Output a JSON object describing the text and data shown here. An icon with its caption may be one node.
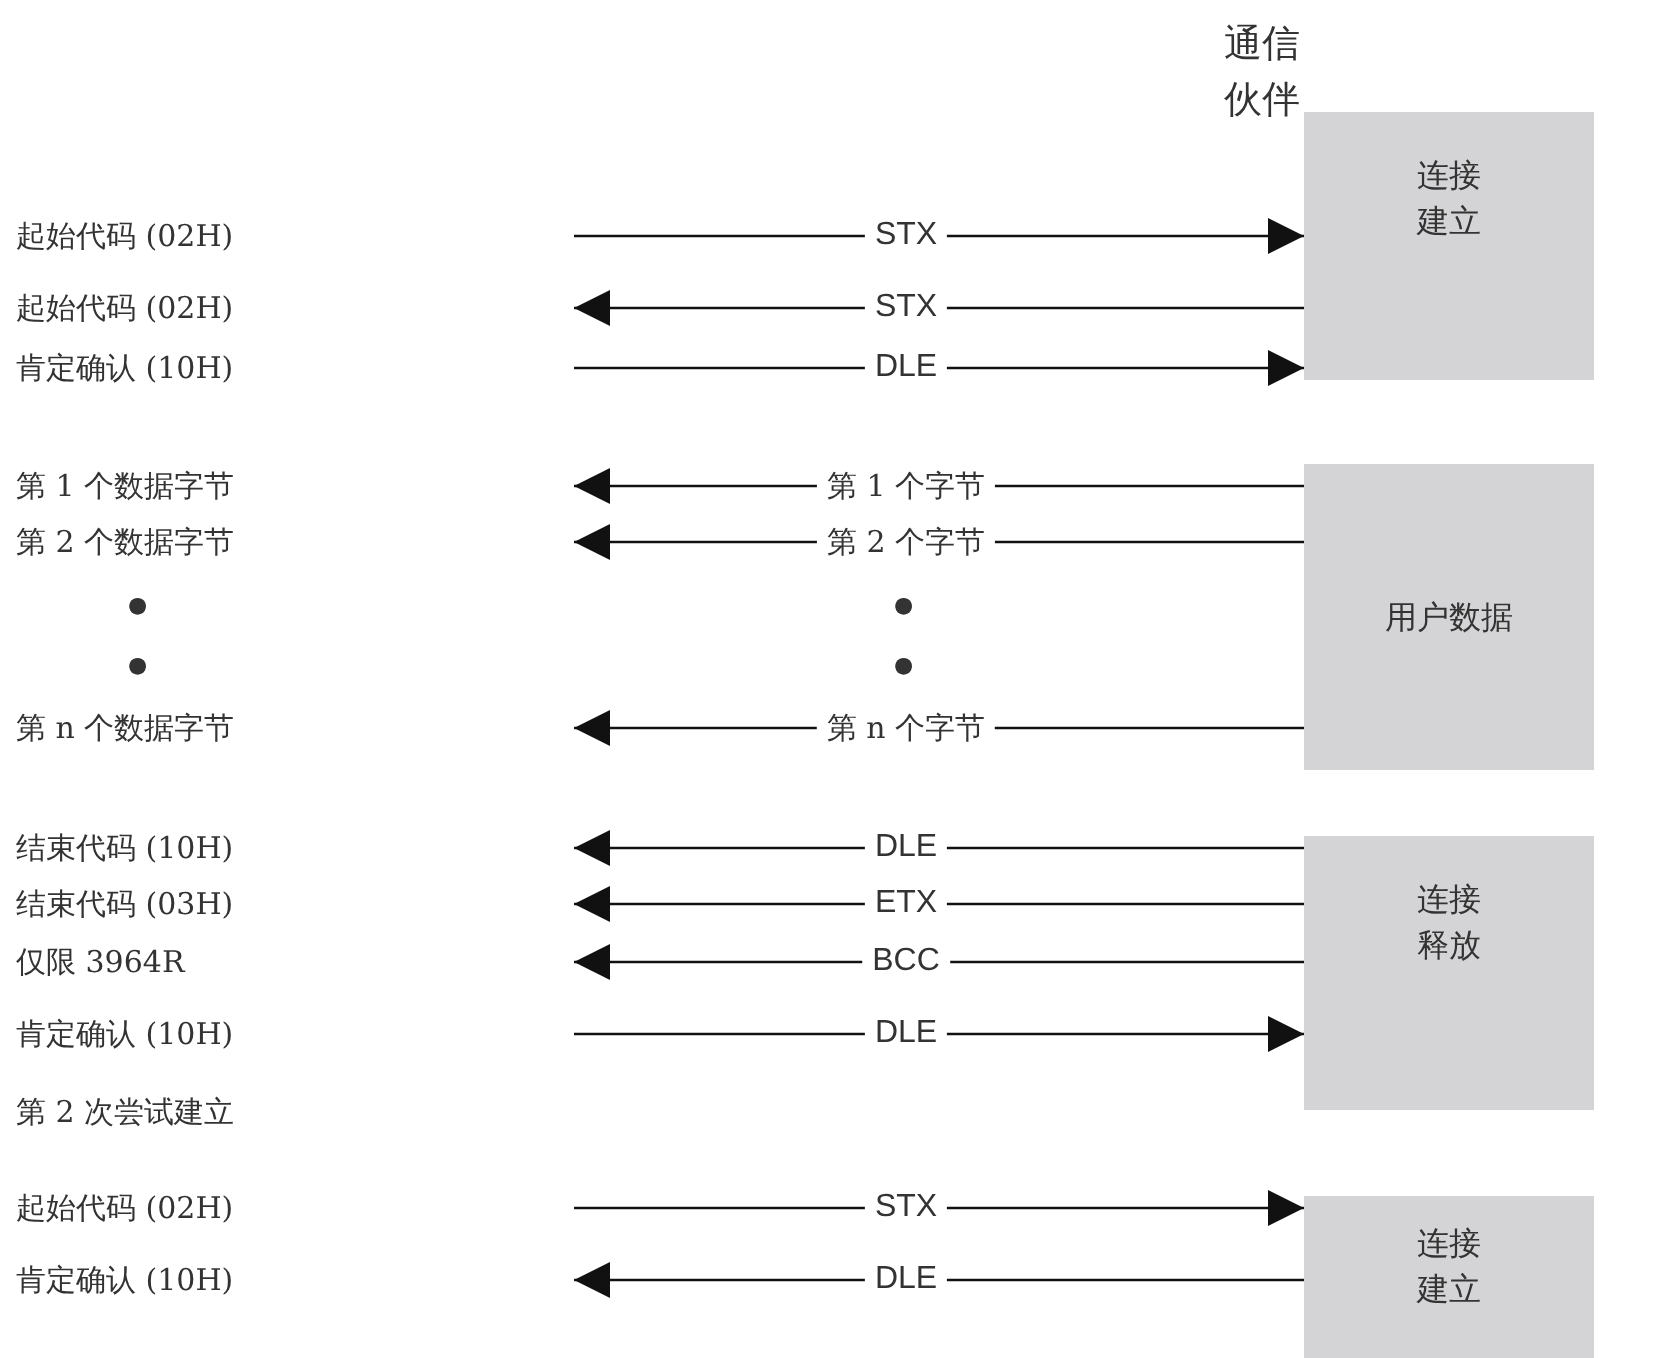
{
  "diagram": {
    "nodes": [
      {
        "text": [
          "连接建立"
        ]
      },
      {
        "text": [
          "用户数据"
        ]
      },
      {
        "text": [
          "连接释放"
        ]
      },
      {
        "text": [
          "连接建立"
        ]
      }
    ],
    "edges": [
      {
        "from": null,
        "to": 0,
        "arrow": "to",
        "label": "STX"
      },
      {
        "from": 0,
        "to": null,
        "arrow": "to",
        "label": "STX"
      },
      {
        "from": null,
        "to": 0,
        "arrow": "to",
        "label": "DLE"
      },
      {
        "from": 1,
        "to": null,
        "arrow": "to",
        "label": "第 1 个字节"
      },
      {
        "from": 1,
        "to": null,
        "arrow": "to",
        "label": "第 2 个字节"
      },
      {
        "from": 1,
        "to": null,
        "arrow": "to",
        "label": "第 n 个字节"
      },
      {
        "from": 2,
        "to": null,
        "arrow": "to",
        "label": "DLE"
      },
      {
        "from": 2,
        "to": null,
        "arrow": "to",
        "label": "ETX"
      },
      {
        "from": 2,
        "to": null,
        "arrow": "to",
        "label": "BCC"
      },
      {
        "from": null,
        "to": 2,
        "arrow": "to",
        "label": "DLE"
      },
      {
        "from": null,
        "to": 3,
        "arrow": "to",
        "label": "STX"
      },
      {
        "from": 3,
        "to": null,
        "arrow": "to",
        "label": "DLE"
      }
    ],
    "labels": [
      "通信伙伴",
      "起始代码 (02H)",
      "起始代码 (02H)",
      "肯定确认 (10H)",
      "第 1 个数据字节",
      "第 2 个数据字节",
      "●",
      "●",
      "●",
      "●",
      "第 n 个数据字节",
      "结束代码 (10H)",
      "结束代码 (03H)",
      "仅限 3964R",
      "肯定确认 (10H)",
      "第 2 次尝试建立",
      "起始代码 (02H)",
      "肯定确认 (10H)"
    ]
  }
}
